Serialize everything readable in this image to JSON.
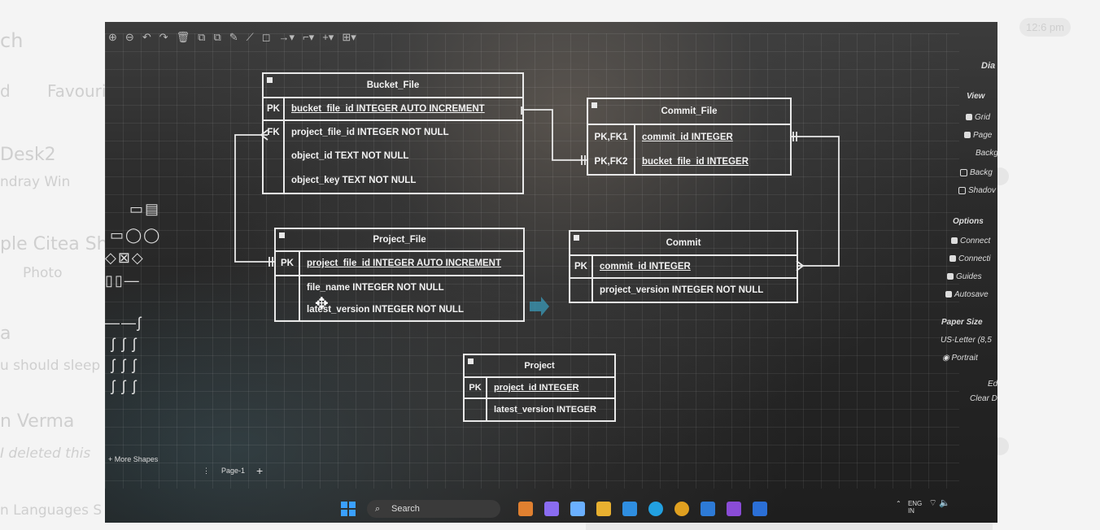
{
  "background_app": {
    "left_texts": [
      "ch",
      "d",
      "Favourit",
      "Desk2",
      "ndray Win",
      "ple Citea Sh",
      "Photo",
      "a",
      "u should sleep",
      "n Verma",
      "I deleted this",
      "n Languages S"
    ],
    "time": "12:6 pm"
  },
  "editor": {
    "toolbar_symbols": [
      "⊕",
      "⊖",
      "↶",
      "↷",
      "🗑",
      "⧉",
      "⧉",
      "✎",
      "⟋",
      "◻",
      "→▾",
      "⌐▾",
      "+▾",
      "⊞▾"
    ],
    "more_shapes": "+ More Shapes",
    "page_tab": "Page-1",
    "add_page": "+",
    "right_panel": {
      "title": "Dia",
      "view_header": "View",
      "grid": "Grid",
      "page": "Page",
      "background": "Backg",
      "background2": "Backg",
      "shadow": "Shadov",
      "options_header": "Options",
      "connect1": "Connect",
      "connect2": "Connecti",
      "guides": "Guides",
      "autosave": "Autosave",
      "paper_header": "Paper Size",
      "paper_value": "US-Letter (8,5",
      "portrait": "Portrait",
      "edit": "Ed",
      "clear": "Clear D"
    }
  },
  "tables": {
    "bucket_file": {
      "title": "Bucket_File",
      "pk_key": "PK",
      "pk_field": "bucket_file_id INTEGER AUTO INCREMENT",
      "fk_key": "FK",
      "fields": [
        "project_file_id INTEGER NOT NULL",
        "object_id TEXT NOT NULL",
        "object_key TEXT NOT NULL"
      ]
    },
    "commit_file": {
      "title": "Commit_File",
      "key1": "PK,FK1",
      "field1": "commit_id INTEGER",
      "key2": "PK,FK2",
      "field2": "bucket_file_id INTEGER"
    },
    "project_file": {
      "title": "Project_File",
      "pk_key": "PK",
      "pk_field": "project_file_id INTEGER AUTO INCREMENT",
      "fields": [
        "file_name INTEGER NOT NULL",
        "latest_version INTEGER NOT NULL"
      ]
    },
    "commit": {
      "title": "Commit",
      "pk_key": "PK",
      "pk_field": "commit_id INTEGER",
      "fields": [
        "project_version INTEGER NOT NULL"
      ]
    },
    "project": {
      "title": "Project",
      "pk_key": "PK",
      "pk_field": "project_id INTEGER",
      "fields": [
        "latest_version INTEGER"
      ]
    }
  },
  "taskbar": {
    "search_label": "Search",
    "lang": "ENG",
    "region": "IN"
  }
}
